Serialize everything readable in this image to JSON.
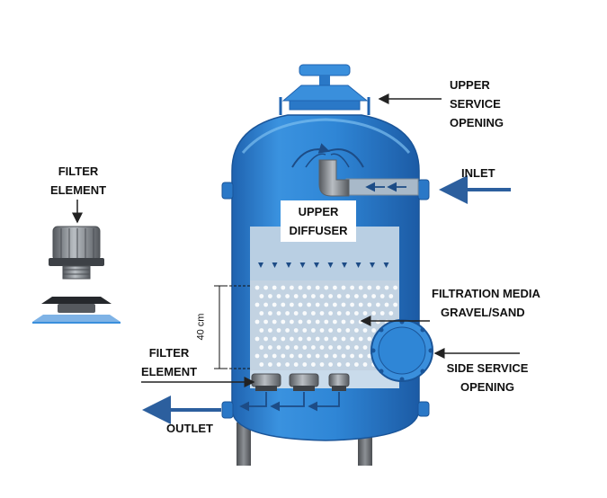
{
  "labels": {
    "upper_service_opening": [
      "UPPER",
      "SERVICE",
      "OPENING"
    ],
    "inlet": "INLET",
    "filter_element_top": [
      "FILTER",
      "ELEMENT"
    ],
    "upper_diffuser": [
      "UPPER",
      "DIFFUSER"
    ],
    "filtration_media": [
      "FILTRATION MEDIA",
      "GRAVEL/SAND"
    ],
    "side_service_opening": [
      "SIDE SERVICE",
      "OPENING"
    ],
    "filter_element_bottom": [
      "FILTER",
      "ELEMENT"
    ],
    "outlet": "OUTLET",
    "depth": "40 cm"
  },
  "colors": {
    "tank": "#2f86d6",
    "tank_dark": "#1f63b0",
    "tank_light": "#63abe9",
    "media": "#c3d3e2",
    "water": "#b9cfe3",
    "arrow": "#2c5f9e",
    "pipe": "#9aa7b4",
    "leg": "#6e7176"
  }
}
